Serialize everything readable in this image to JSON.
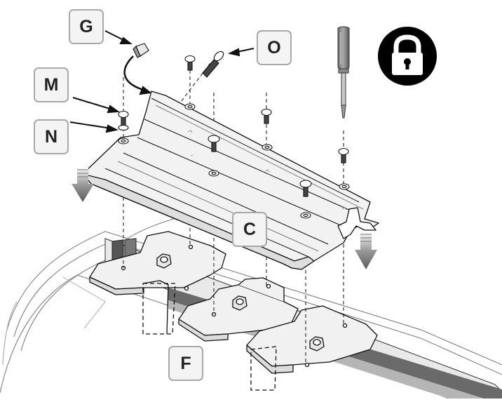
{
  "labels": {
    "G": "G",
    "O": "O",
    "M": "M",
    "N": "N",
    "C": "C",
    "F": "F"
  },
  "icons": {
    "lock": "padlock-icon",
    "screwdriver": "screwdriver-icon"
  },
  "colors": {
    "line": "#111111",
    "part_fill": "#f1f1f1",
    "shadow": "#d4d4d4",
    "label_border": "#a8a8a8",
    "arrow_gray": "#7a7a7a",
    "lock_bg": "#000000"
  }
}
